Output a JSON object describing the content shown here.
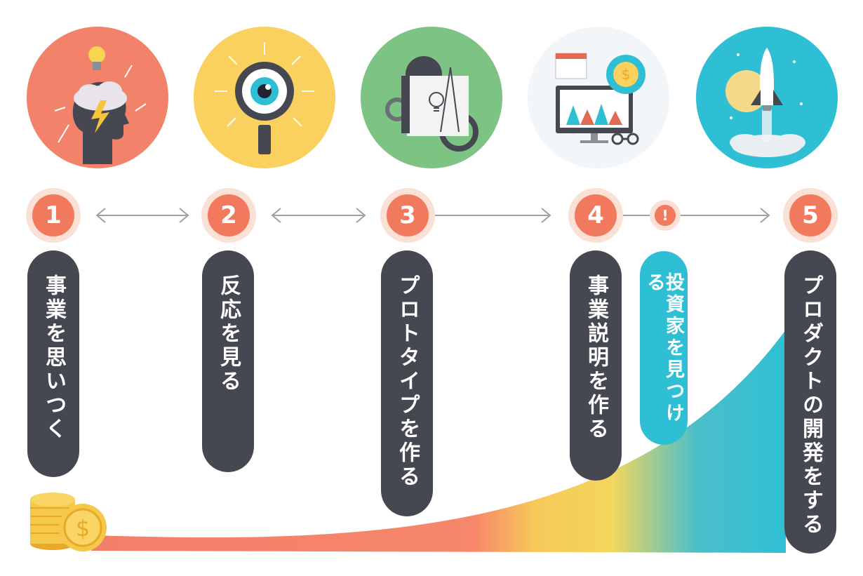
{
  "steps": [
    {
      "number": "1",
      "label": "事業を思いつく"
    },
    {
      "number": "2",
      "label": "反応を見る"
    },
    {
      "number": "3",
      "label": "プロトタイプを作る"
    },
    {
      "number": "4",
      "label": "事業説明を作る"
    },
    {
      "number": "5",
      "label": "プロダクトの開発をする"
    }
  ],
  "milestone": {
    "mark": "!",
    "label": "投資家を見つける"
  },
  "icons": {
    "step1": "lightbulb-head-icon",
    "step2": "magnifier-eye-icon",
    "step3": "blueprint-gear-icon",
    "step4": "dashboard-coin-icon",
    "step5": "rocket-launch-icon",
    "coins": "coin-stack-dollar-icon"
  },
  "colors": {
    "step1": "#f3826a",
    "step2": "#fad15e",
    "step3": "#7dc383",
    "step4": "#f2f6f8",
    "step5": "#2fbfd4",
    "pill": "#454850",
    "accent": "#f0795e",
    "halo": "#fbe0d6"
  }
}
